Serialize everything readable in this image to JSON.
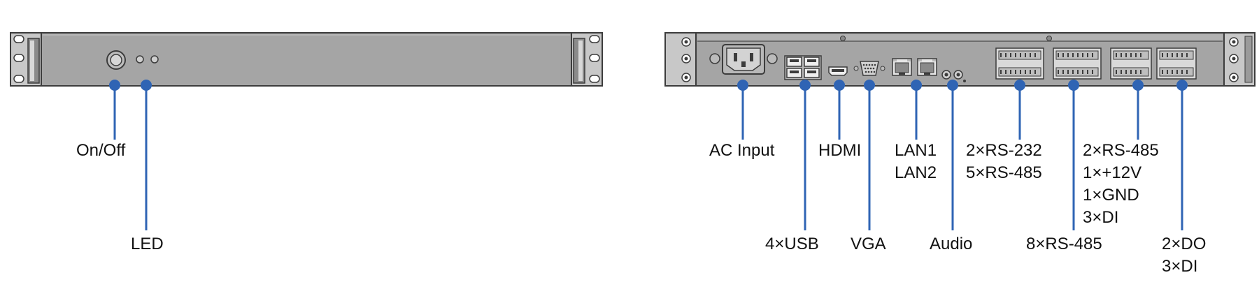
{
  "front_panel": {
    "labels": {
      "on_off": "On/Off",
      "led": "LED"
    }
  },
  "rear_panel": {
    "labels": {
      "ac_input": "AC Input",
      "usb": "4×USB",
      "hdmi": "HDMI",
      "vga": "VGA",
      "lan": [
        "LAN1",
        "LAN2"
      ],
      "audio": "Audio",
      "serial_a": [
        "2×RS-232",
        "5×RS-485"
      ],
      "serial_b": "8×RS-485",
      "terminal_a": [
        "2×RS-485",
        "1×+12V",
        "1×GND",
        "3×DI"
      ],
      "terminal_b": [
        "2×DO",
        "3×DI"
      ]
    }
  },
  "colors": {
    "chassis": "#a5a5a5",
    "chassis_outline": "#3c3c3c",
    "callout": "#2f64b4",
    "text": "#111111"
  },
  "icons": [
    "power-button-icon",
    "led-indicator-icon",
    "ac-inlet-icon",
    "usb-port-icon",
    "hdmi-port-icon",
    "vga-port-icon",
    "rj45-port-icon",
    "audio-jack-icon",
    "terminal-block-icon"
  ]
}
